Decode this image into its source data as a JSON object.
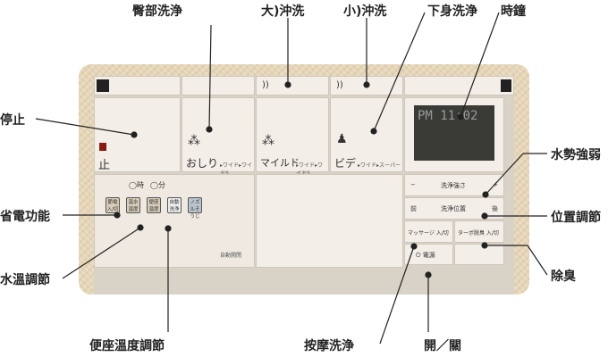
{
  "callouts": {
    "buttocks_wash": "臀部洗浄",
    "large_flush": "大)沖洗",
    "small_flush": "小)沖洗",
    "bidet": "下身洗浄",
    "clock": "時鐘",
    "stop": "停止",
    "pressure": "水勢強弱",
    "power_save": "省電功能",
    "position": "位置調節",
    "water_temp": "水溫調節",
    "deodorize": "除臭",
    "seat_temp": "便座溫度調節",
    "massage": "按摩洗浄",
    "power": "開／關"
  },
  "panel": {
    "stop": "止",
    "oshiri": "おしり",
    "oshiri_sub": "▸ワイド▸ワイドS",
    "mild": "マイルド",
    "mild_sub": "▸ワイド▸ワイドS",
    "bidet": "ビデ",
    "bidet_sub": "▸ワイド▸スーパー",
    "hour": "時",
    "minute": "分",
    "keys": [
      "節電入/切",
      "温水温度",
      "便座温度",
      "自動洗浄",
      "ノズルそうじ"
    ],
    "auto_open": "自動開閉",
    "minus": "−",
    "strength": "洗浄強さ",
    "plus": "+",
    "front": "前",
    "wash_pos": "洗浄位置",
    "back": "後",
    "massage": "マッサージ 入/切",
    "turbo": "ターボ脱臭 入/切",
    "power": "⏻ 電源",
    "lcd_time": "PM 11:02"
  }
}
